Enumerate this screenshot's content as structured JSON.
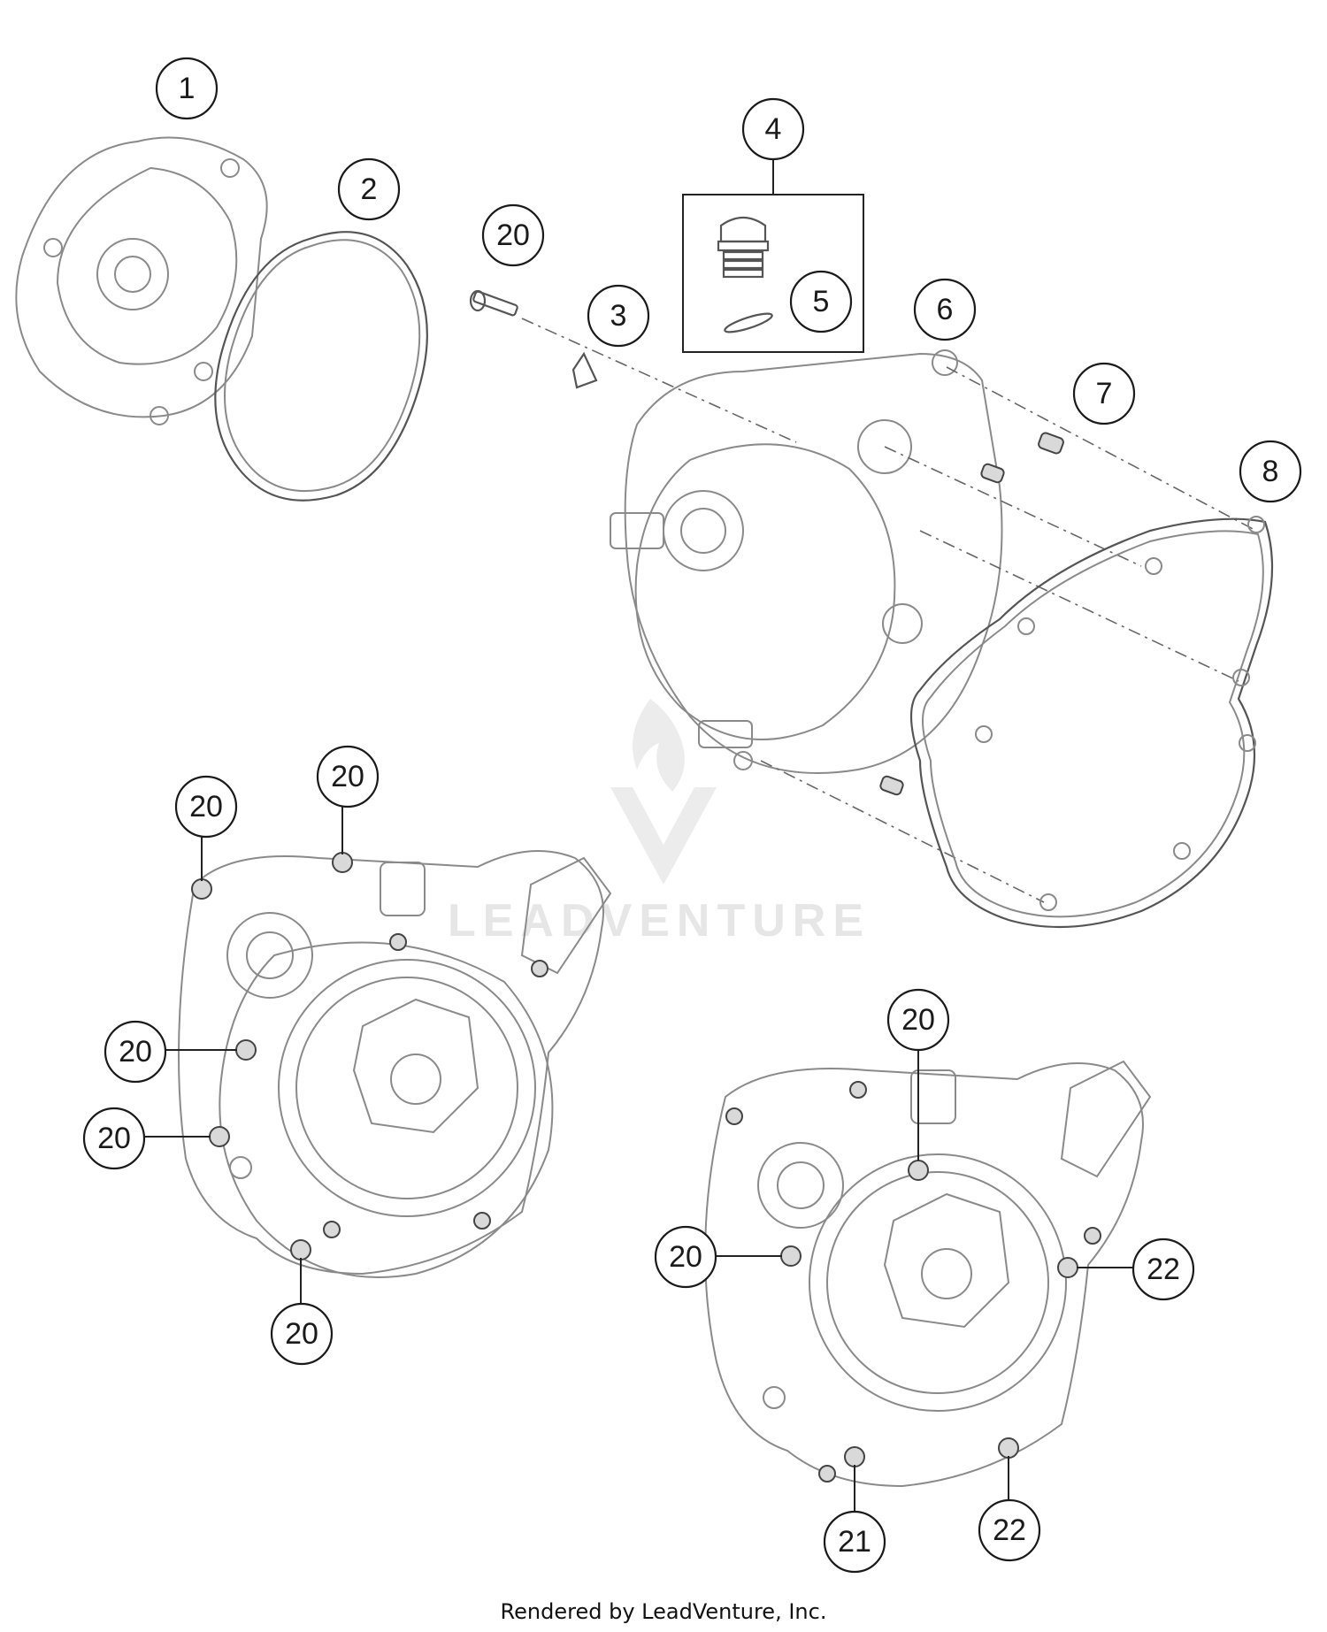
{
  "callouts": {
    "c1": "1",
    "c2": "2",
    "c3": "3",
    "c4": "4",
    "c5": "5",
    "c6": "6",
    "c7": "7",
    "c8": "8",
    "c20_top": "20",
    "c20_a": "20",
    "c20_b": "20",
    "c20_c": "20",
    "c20_d": "20",
    "c20_e": "20",
    "c20_f": "20",
    "c20_g": "20",
    "c21": "21",
    "c22_a": "22",
    "c22_b": "22"
  },
  "watermark": "LEADVENTURE",
  "footer": {
    "text": "Rendered by LeadVenture, Inc."
  }
}
